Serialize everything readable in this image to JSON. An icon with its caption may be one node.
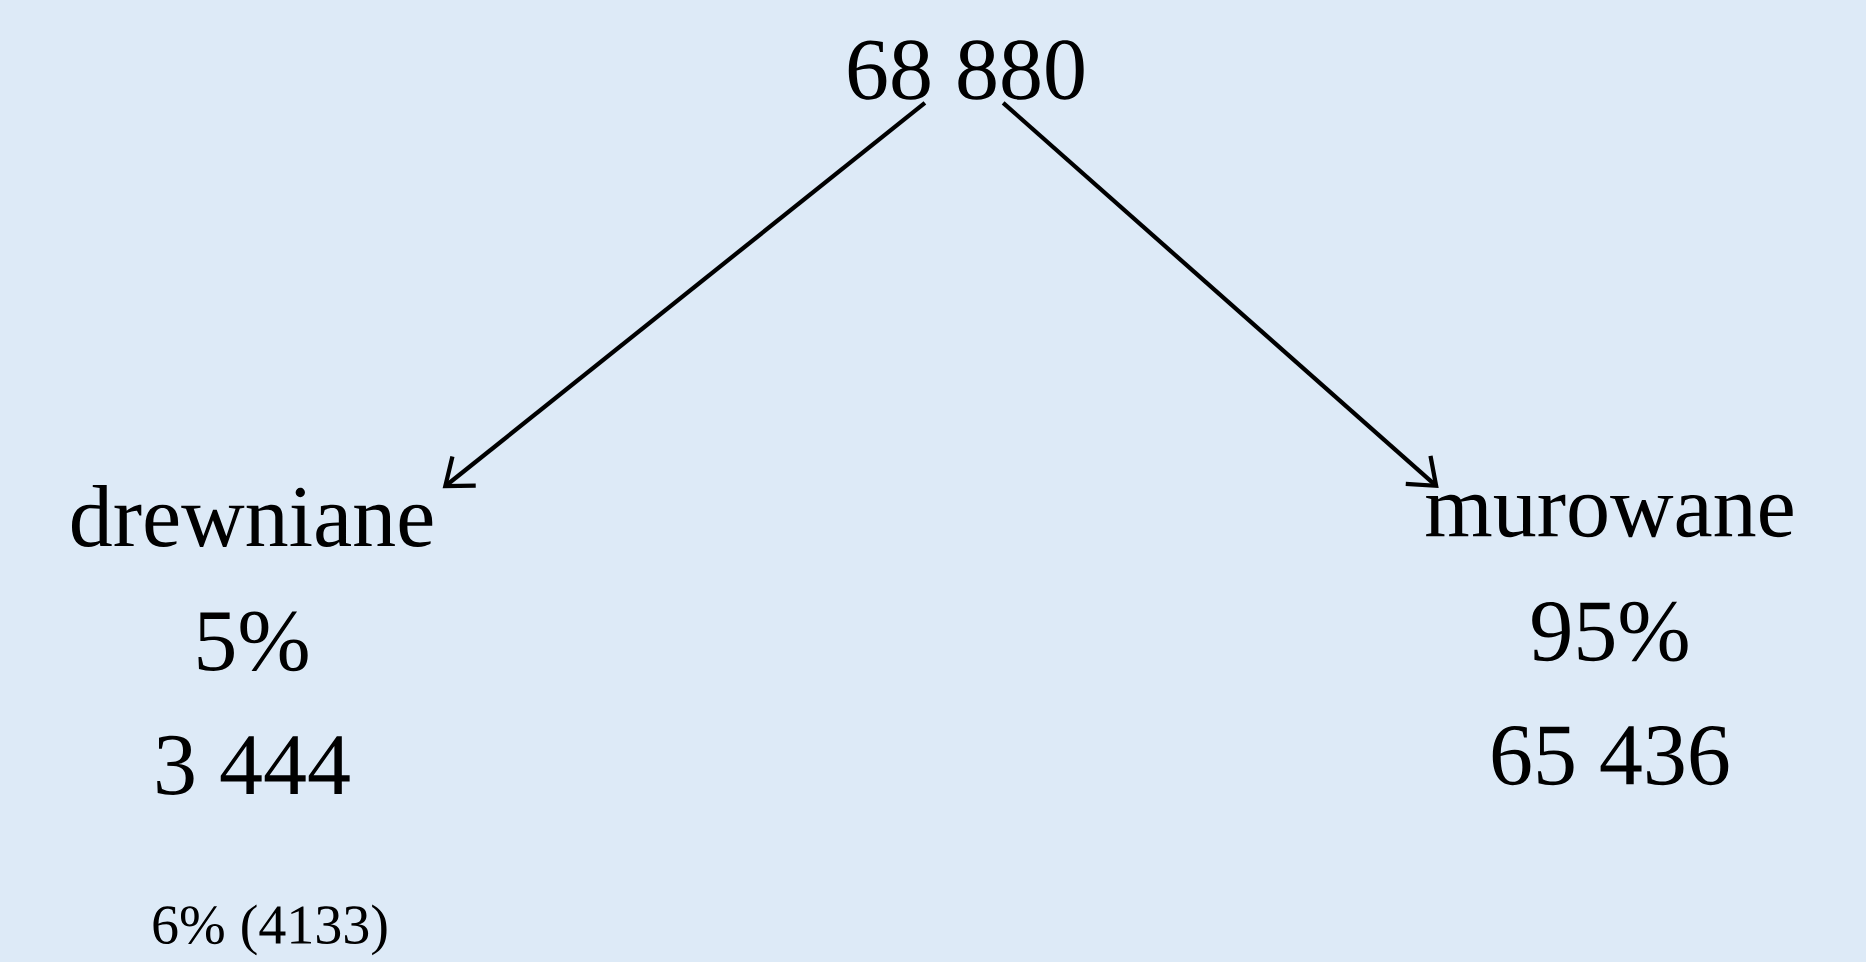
{
  "diagram": {
    "nodes": [
      {
        "text": [
          "68 880"
        ]
      },
      {
        "text": [
          "drewniane",
          "5%",
          "3 444"
        ],
        "beside": [
          "6% (4133)"
        ]
      },
      {
        "text": [
          "murowane",
          "95%",
          "65 436"
        ]
      }
    ],
    "edges": [
      {
        "from": 0,
        "to": 1,
        "arrow": "to"
      },
      {
        "from": 0,
        "to": 2,
        "arrow": "to"
      }
    ]
  }
}
